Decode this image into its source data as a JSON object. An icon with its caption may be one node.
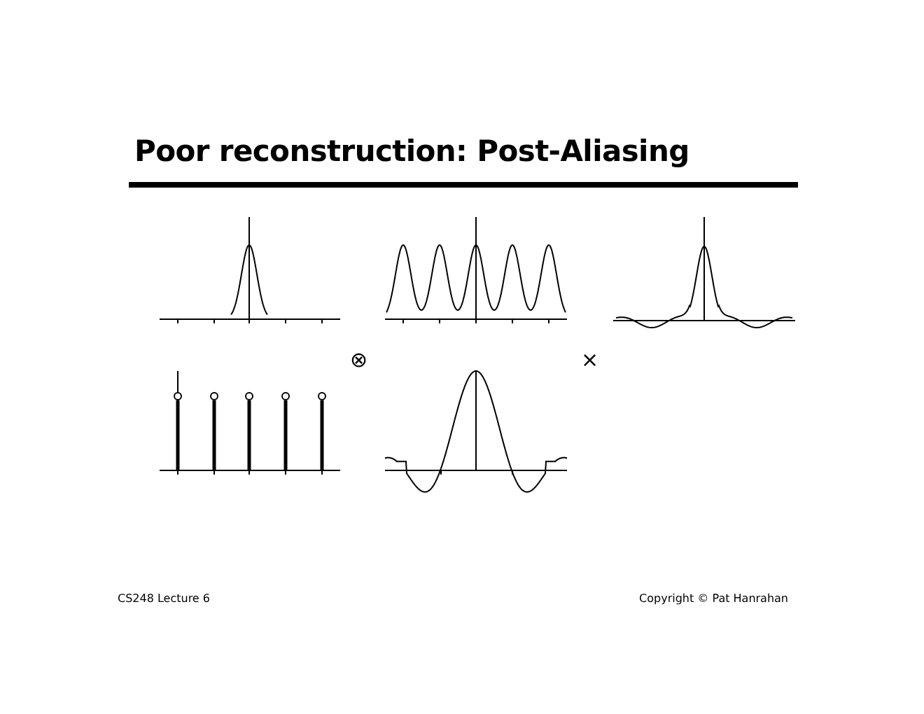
{
  "diagram": {
    "title": "Poor reconstruction: Post-Aliasing",
    "labels": [
      "⊗",
      "×",
      "CS248 Lecture 6",
      "Copyright © Pat Hanrahan"
    ]
  }
}
